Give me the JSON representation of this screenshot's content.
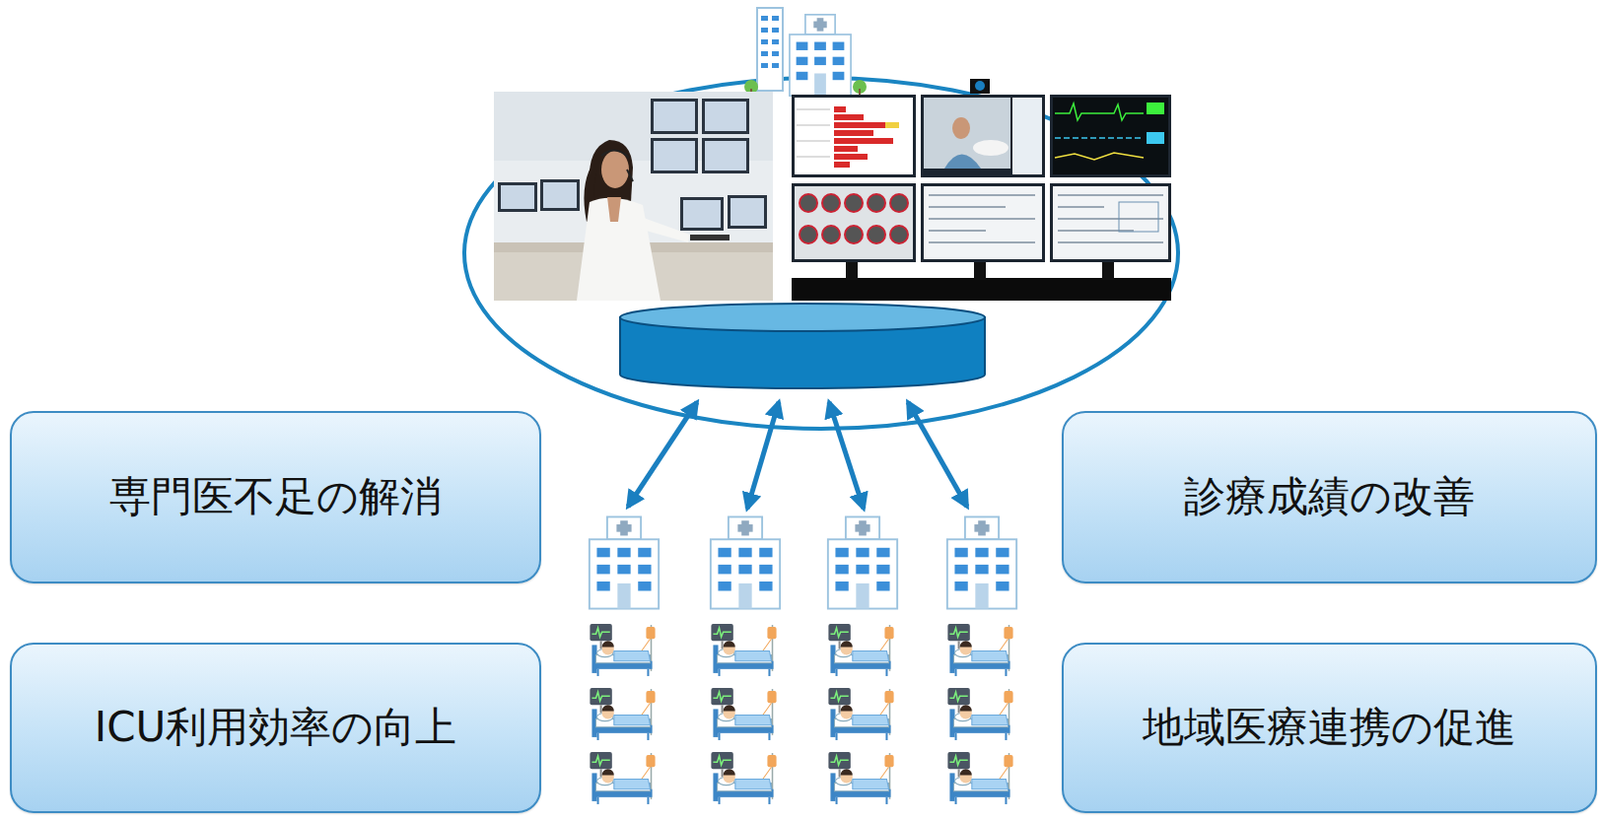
{
  "diagram": {
    "nodes": [
      {
        "text": [
          "専門医不足の解消"
        ]
      },
      {
        "text": [
          "診療成績の改善"
        ]
      },
      {
        "text": [
          "ICU利用効率の向上"
        ]
      },
      {
        "text": [
          "地域医療連携の促進"
        ]
      }
    ]
  }
}
